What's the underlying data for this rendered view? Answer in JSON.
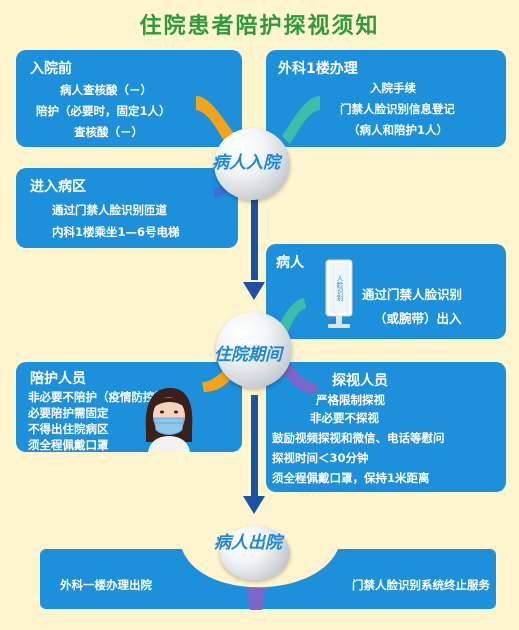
{
  "title": "住院患者陪护探视须知",
  "admission_before": {
    "heading": "入院前",
    "lines": [
      "病人查核酸（－）",
      "陪护（必要时，固定1人）",
      "查核酸（－）"
    ]
  },
  "surgery_floor1": {
    "heading": "外科1楼办理",
    "lines": [
      "入院手续",
      "门禁人脸识别信息登记",
      "（病人和陪护1人）"
    ]
  },
  "stage_admit": "病人入院",
  "enter_ward": {
    "heading": "进入病区",
    "lines": [
      "通过门禁人脸识别匝道",
      "内科1楼乘坐1—6号电梯"
    ]
  },
  "patient": {
    "heading": "病人",
    "lines": [
      "通过门禁人脸识别",
      "（或腕带）出入"
    ],
    "kiosk_label": "人脸识别"
  },
  "stage_stay": "住院期间",
  "escort": {
    "heading": "陪护人员",
    "lines": [
      "非必要不陪护（疫情防控期间）",
      "必要陪护需固定",
      "不得出住院病区",
      "须全程佩戴口罩"
    ]
  },
  "visitor": {
    "heading": "探视人员",
    "lines": [
      "严格限制探视",
      "非必要不探视",
      "鼓励视频探视和微信、电话等慰问",
      "探视时间＜30分钟",
      "须全程佩戴口罩，保持1米距离"
    ]
  },
  "stage_discharge": "病人出院",
  "discharge": {
    "left": "外科一楼办理出院",
    "right": "门禁人脸识别系统终止服务"
  },
  "colors": {
    "background": "#fff6cf",
    "box": "#1d90dc",
    "title": "#2e9a3c",
    "stage_text": "#1e88d8",
    "arrow": "#1c52a6",
    "connector_orange": "#f4a31b",
    "connector_teal": "#3bbfa8",
    "connector_purple": "#7a67c7"
  },
  "icons": [
    "face-recognition-kiosk-icon",
    "masked-woman-icon"
  ]
}
